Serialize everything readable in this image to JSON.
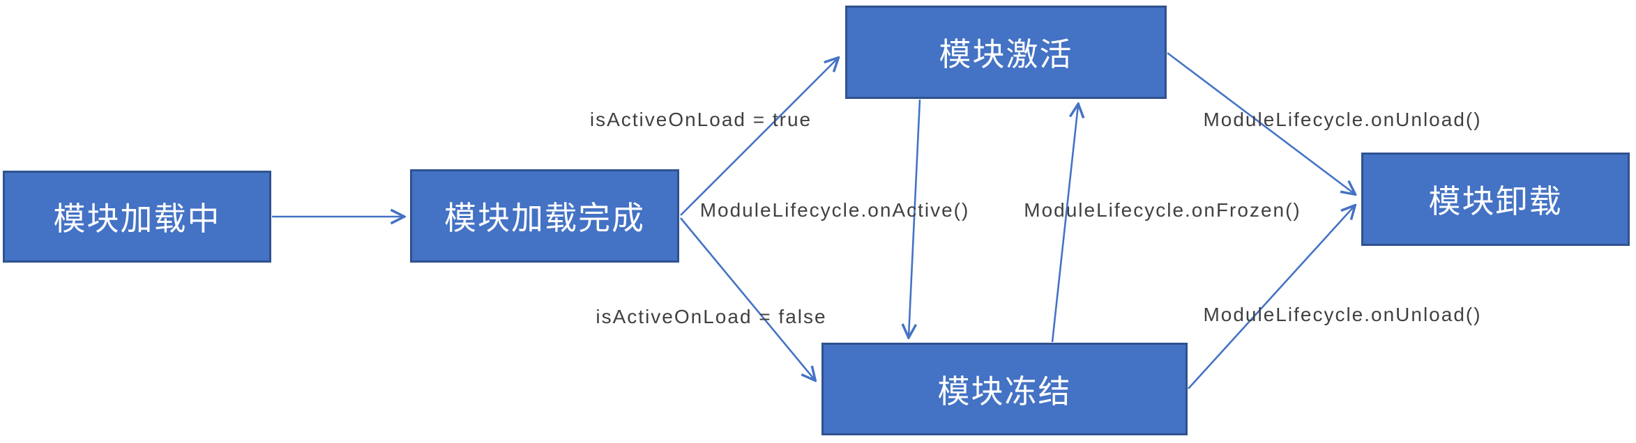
{
  "diagram": {
    "type": "state-flow-diagram",
    "nodes": [
      {
        "id": "module-loading",
        "label": "模块加载中"
      },
      {
        "id": "module-loaded",
        "label": "模块加载完成"
      },
      {
        "id": "module-active",
        "label": "模块激活"
      },
      {
        "id": "module-frozen",
        "label": "模块冻结"
      },
      {
        "id": "module-unloaded",
        "label": "模块卸载"
      }
    ],
    "edges": [
      {
        "from": "module-loading",
        "to": "module-loaded",
        "label": ""
      },
      {
        "from": "module-loaded",
        "to": "module-active",
        "label": "isActiveOnLoad = true"
      },
      {
        "from": "module-loaded",
        "to": "module-frozen",
        "label": "isActiveOnLoad = false"
      },
      {
        "from": "module-active",
        "to": "module-frozen",
        "label": "ModuleLifecycle.onActive()"
      },
      {
        "from": "module-frozen",
        "to": "module-active",
        "label": "ModuleLifecycle.onFrozen()"
      },
      {
        "from": "module-active",
        "to": "module-unloaded",
        "label": "ModuleLifecycle.onUnload()"
      },
      {
        "from": "module-frozen",
        "to": "module-unloaded",
        "label": "ModuleLifecycle.onUnload()"
      }
    ],
    "colors": {
      "node_fill": "#4472C4",
      "node_border": "#2F528F",
      "edge": "#4472C4",
      "label_text": "#404040",
      "node_text": "#FFFFFF"
    }
  }
}
